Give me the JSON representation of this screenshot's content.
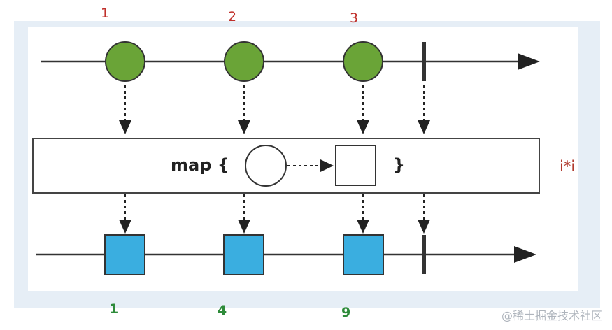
{
  "top_labels": [
    "1",
    "2",
    "3"
  ],
  "bottom_labels": [
    "1",
    "4",
    "9"
  ],
  "operator": {
    "keyword": "map {",
    "close": "}"
  },
  "formula": "i*i",
  "watermark": "@稀土掘金技术社区",
  "colors": {
    "input_marble": "#6aa437",
    "output_marble": "#3aaee0",
    "input_label": "#c0302b",
    "output_label": "#2e8b3a",
    "formula": "#b03a2e"
  },
  "icons": [
    "arrow-right-icon",
    "arrow-down-icon"
  ]
}
